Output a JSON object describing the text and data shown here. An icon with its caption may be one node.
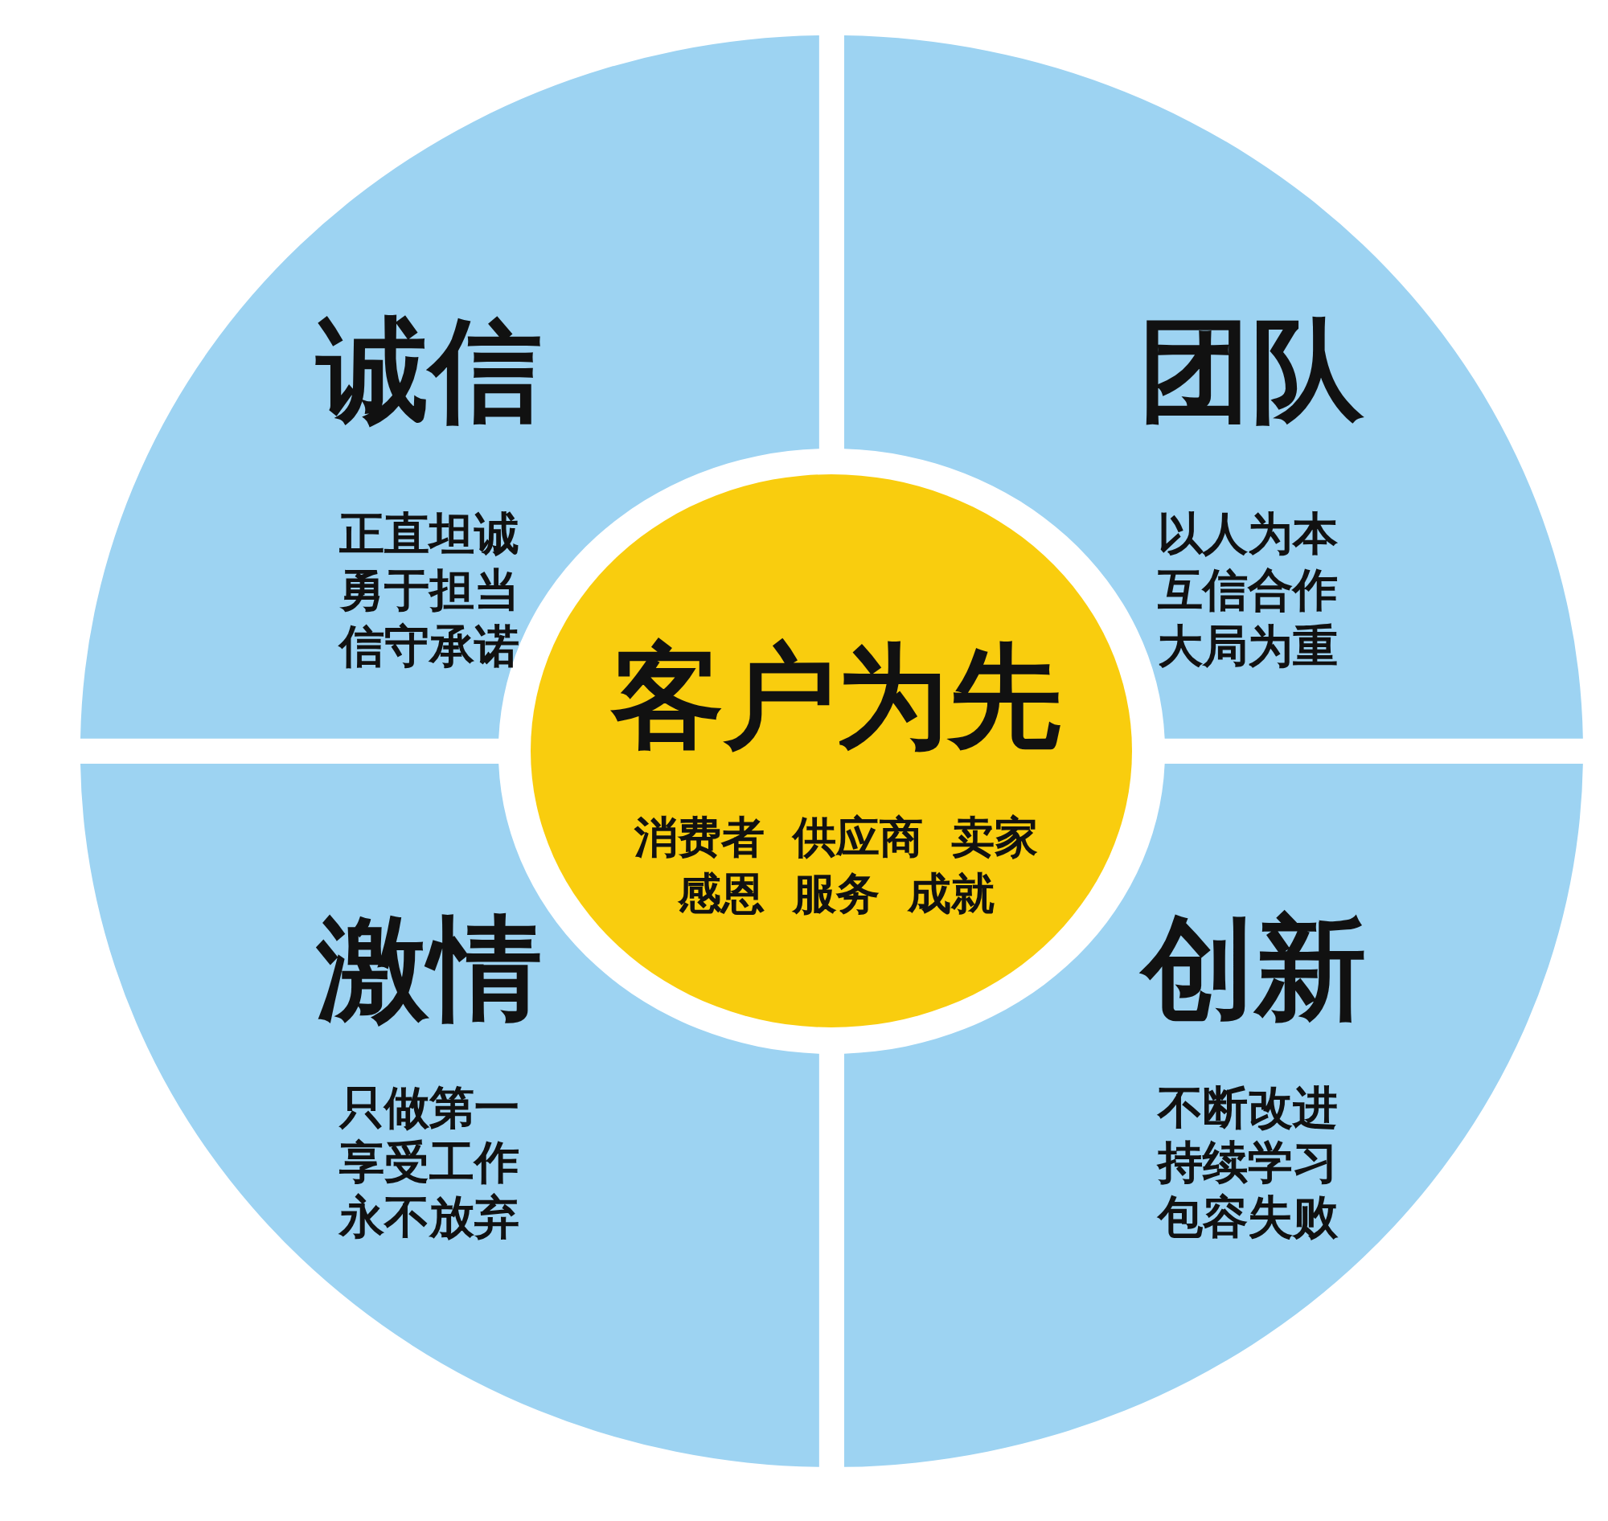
{
  "diagram": {
    "nodes": [
      {
        "text": [
          "诚信",
          "正直坦诚",
          "勇于担当",
          "信守承诺"
        ]
      },
      {
        "text": [
          "团队",
          "以人为本",
          "互信合作",
          "大局为重"
        ]
      },
      {
        "text": [
          "客户为先",
          "消费者 供应商 卖家",
          "感恩 服务 成就"
        ]
      },
      {
        "text": [
          "激情",
          "只做第一",
          "享受工作",
          "永不放弃"
        ]
      },
      {
        "text": [
          "创新",
          "不断改进",
          "持续学习",
          "包容失败"
        ]
      }
    ]
  }
}
